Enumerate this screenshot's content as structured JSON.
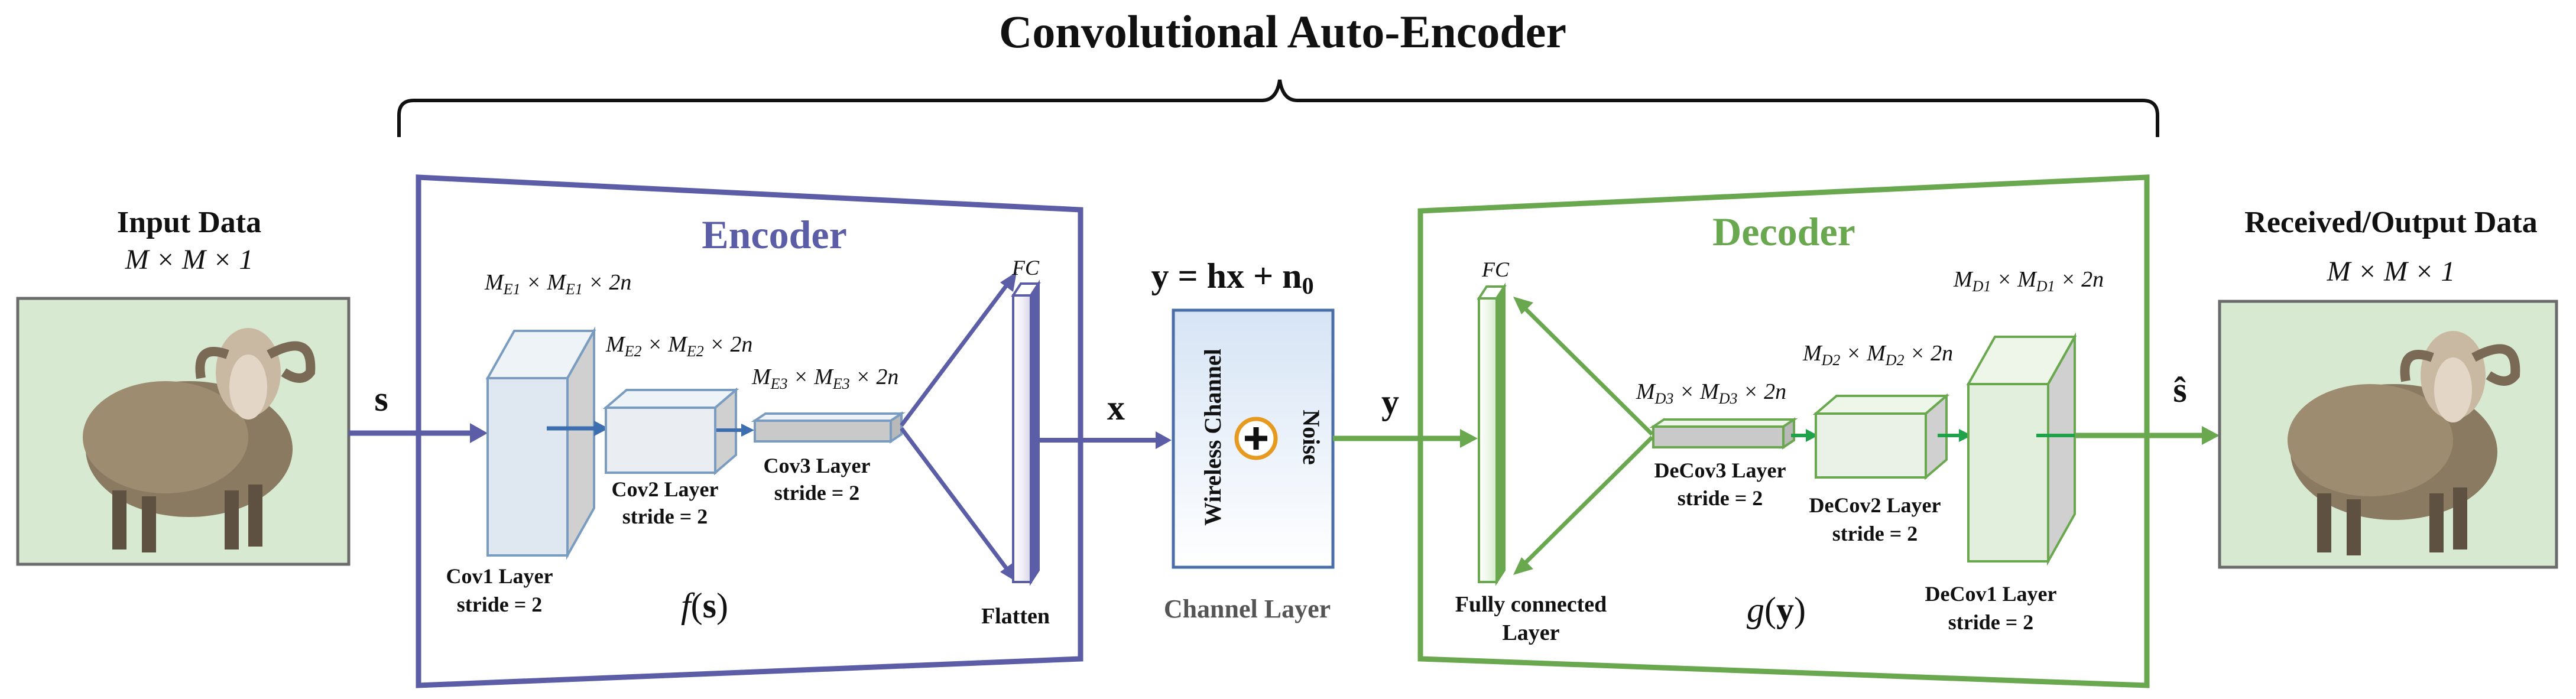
{
  "title": "Convolutional Auto-Encoder",
  "input": {
    "label": "Input Data",
    "dims": "M × M × 1",
    "signal": "s"
  },
  "output": {
    "label": "Received/Output Data",
    "dims": "M × M × 1",
    "signal": "ŝ"
  },
  "encoder": {
    "title": "Encoder",
    "func": "f(s)",
    "fc_label": "FC",
    "dim_labels": [
      "M_E1 × M_E1 × 2n",
      "M_E2 × M_E2 × 2n",
      "M_E3 × M_E3 × 2n"
    ],
    "layers": [
      {
        "name": "Cov1 Layer",
        "stride": "stride = 2"
      },
      {
        "name": "Cov2 Layer",
        "stride": "stride = 2"
      },
      {
        "name": "Cov3 Layer",
        "stride": "stride = 2"
      }
    ],
    "flatten": "Flatten",
    "output_signal": "x"
  },
  "channel": {
    "equation": "y = hx + n0",
    "box_text": "Wireless Channel",
    "noise": "Noise",
    "label": "Channel Layer",
    "output_signal": "y"
  },
  "decoder": {
    "title": "Decoder",
    "func": "g(y)",
    "fc_label": "FC",
    "fc_layer": [
      "Fully connected",
      "Layer"
    ],
    "dim_labels": [
      "M_D3 × M_D3 × 2n",
      "M_D2 × M_D2 × 2n",
      "M_D1 × M_D1 × 2n"
    ],
    "layers": [
      {
        "name": "DeCov3 Layer",
        "stride": "stride = 2"
      },
      {
        "name": "DeCov2 Layer",
        "stride": "stride = 2"
      },
      {
        "name": "DeCov1 Layer",
        "stride": "stride = 2"
      }
    ]
  },
  "colors": {
    "encoder": "#5b5ea6",
    "decoder": "#6aa84f",
    "decoder_arrow": "#1fa24a",
    "encoder_arrow": "#3d6fb0",
    "noise": "#e69a1f"
  }
}
